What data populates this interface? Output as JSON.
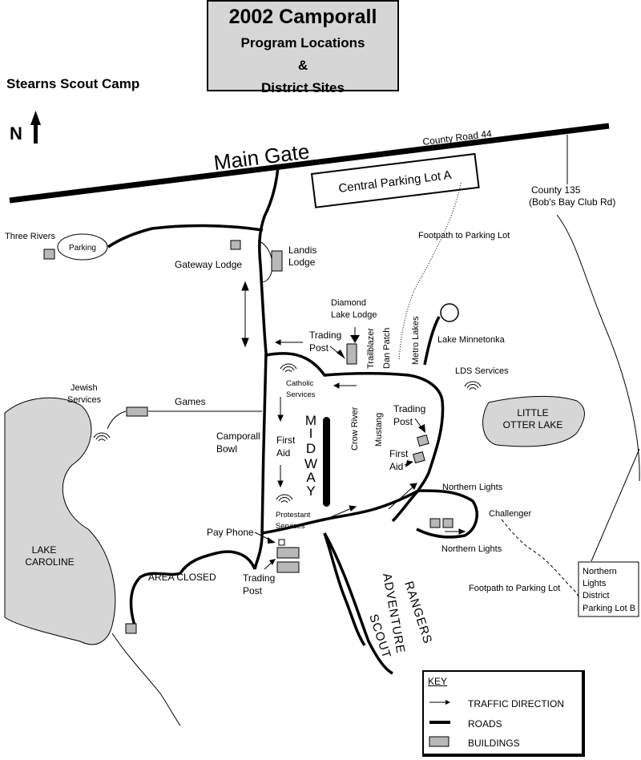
{
  "title": {
    "main": "2002 Camporall",
    "line2": "Program Locations",
    "line3": "&",
    "line4": "District Sites"
  },
  "camp_name": "Stearns Scout Camp",
  "north": "N",
  "roads": {
    "main_gate": "Main Gate",
    "county_road_44": "County Road 44",
    "county_135_line1": "County 135",
    "county_135_line2": "(Bob's Bay Club Rd)"
  },
  "labels": {
    "central_parking": "Central Parking Lot A",
    "three_rivers": "Three Rivers",
    "parking": "Parking",
    "gateway_lodge": "Gateway Lodge",
    "landis_line1": "Landis",
    "landis_line2": "Lodge",
    "footpath_top": "Footpath to Parking Lot",
    "diamond_line1": "Diamond",
    "diamond_line2": "Lake Lodge",
    "trading_post_top_1": "Trading",
    "trading_post_top_2": "Post",
    "trailblazer": "Trailblazer",
    "dan_patch": "Dan Patch",
    "metro_lakes": "Metro Lakes",
    "lake_minnetonka": "Lake Minnetonka",
    "jewish_line1": "Jewish",
    "jewish_line2": "Services",
    "games": "Games",
    "catholic_line1": "Catholic",
    "catholic_line2": "Services",
    "lds_services": "LDS Services",
    "little_otter_line1": "LITTLE",
    "little_otter_line2": "OTTER LAKE",
    "crow_river": "Crow River",
    "mustang": "Mustang",
    "trading_post_mid_1": "Trading",
    "trading_post_mid_2": "Post",
    "first_aid_mid_1": "First",
    "first_aid_mid_2": "Aid",
    "camporall_line1": "Camporall",
    "camporall_line2": "Bowl",
    "first_aid_left_1": "First",
    "first_aid_left_2": "Aid",
    "midway": [
      "M",
      "I",
      "D",
      "W",
      "A",
      "Y"
    ],
    "protestant_line1": "Protestant",
    "protestant_line2": "Services",
    "northern_lights_top": "Northern Lights",
    "challenger": "Challenger",
    "northern_lights_bottom": "Northern Lights",
    "pay_phone": "Pay Phone",
    "lake_caroline_line1": "LAKE",
    "lake_caroline_line2": "CAROLINE",
    "area_closed": "AREA CLOSED",
    "trading_post_bottom_1": "Trading",
    "trading_post_bottom_2": "Post",
    "adventure": "ADVENTURE",
    "rangers": "RANGERS",
    "scout": "SCOUT",
    "footpath_bottom": "Footpath to Parking Lot",
    "parking_b_line1": "Northern",
    "parking_b_line2": "Lights",
    "parking_b_line3": "District",
    "parking_b_line4": "Parking Lot B"
  },
  "key": {
    "title": "KEY",
    "traffic": "TRAFFIC  DIRECTION",
    "roads": "ROADS",
    "buildings": "BUILDINGS"
  },
  "colors": {
    "lake_fill": "#d6d6d6",
    "building_fill": "#b8b8b8",
    "title_fill": "#d6d6d6"
  }
}
